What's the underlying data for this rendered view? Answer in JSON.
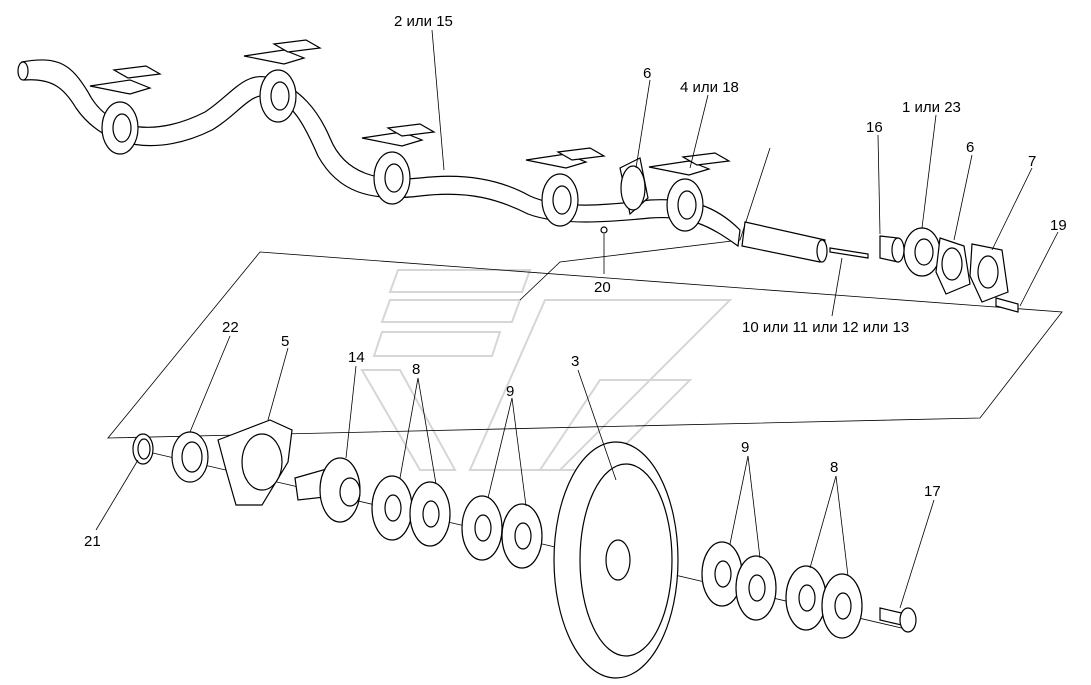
{
  "colors": {
    "line": "#000000",
    "background": "#ffffff",
    "watermark": "#d6d6d6"
  },
  "watermark": {
    "name": "logo-watermark-stripes"
  },
  "callouts": [
    {
      "id": "c1",
      "text": "2 или 15"
    },
    {
      "id": "c2",
      "text": "6"
    },
    {
      "id": "c3",
      "text": "4 или 18"
    },
    {
      "id": "c4",
      "text": "16"
    },
    {
      "id": "c5",
      "text": "1 или 23"
    },
    {
      "id": "c6",
      "text": "6"
    },
    {
      "id": "c7",
      "text": "7"
    },
    {
      "id": "c8",
      "text": "19"
    },
    {
      "id": "c9",
      "text": "20"
    },
    {
      "id": "c10",
      "text": "10 или 11 или 12 или 13"
    },
    {
      "id": "c11",
      "text": "22"
    },
    {
      "id": "c12",
      "text": "5"
    },
    {
      "id": "c13",
      "text": "14"
    },
    {
      "id": "c14",
      "text": "8"
    },
    {
      "id": "c15",
      "text": "3"
    },
    {
      "id": "c16",
      "text": "9"
    },
    {
      "id": "c17",
      "text": "9"
    },
    {
      "id": "c18",
      "text": "8"
    },
    {
      "id": "c19",
      "text": "17"
    },
    {
      "id": "c20",
      "text": "21"
    }
  ]
}
